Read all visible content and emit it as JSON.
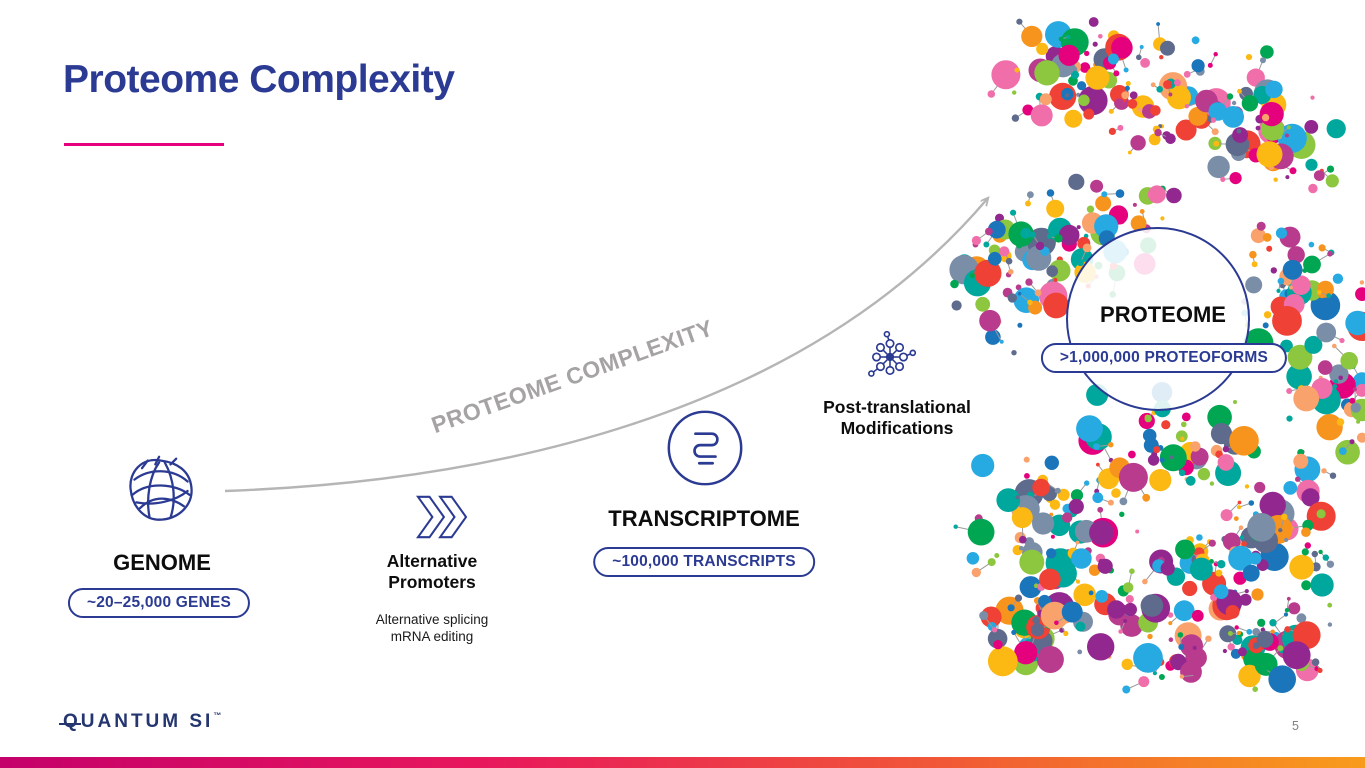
{
  "slide": {
    "title": "Proteome Complexity",
    "arrow_label": "PROTEOME COMPLEXITY",
    "page_number": "5",
    "logo_text": "QUANTUM SI",
    "logo_tm": "™"
  },
  "stages": {
    "genome": {
      "label": "GENOME",
      "badge": "~20–25,000 GENES"
    },
    "alternative_promoters": {
      "label_line1": "Alternative",
      "label_line2": "Promoters",
      "sub_line1": "Alternative splicing",
      "sub_line2": "mRNA editing"
    },
    "transcriptome": {
      "label": "TRANSCRIPTOME",
      "badge": "~100,000 TRANSCRIPTS"
    },
    "post_translational": {
      "label_line1": "Post-translational",
      "label_line2": "Modifications"
    },
    "proteome": {
      "label": "PROTEOME",
      "badge": ">1,000,000 PROTEOFORMS"
    }
  },
  "colors": {
    "brand_blue": "#2b3a92",
    "logo_navy": "#24356f",
    "accent_pink": "#e6007e",
    "arrow_gray": "#b5b5b5",
    "arrow_label_gray": "#a5a3a4",
    "footer_gradient_left": "#c4006a",
    "footer_gradient_right": "#f89c1c",
    "molecule_stick": "#9a9a9a",
    "molecule_palette": [
      "#e5007e",
      "#f7941d",
      "#fdb913",
      "#8dc63f",
      "#00a651",
      "#27aae1",
      "#1b75bb",
      "#7b8ea8",
      "#92278f",
      "#b83b8e",
      "#ef4136",
      "#f9a26c",
      "#5e6b8d",
      "#00a79d",
      "#f06eaa"
    ]
  }
}
